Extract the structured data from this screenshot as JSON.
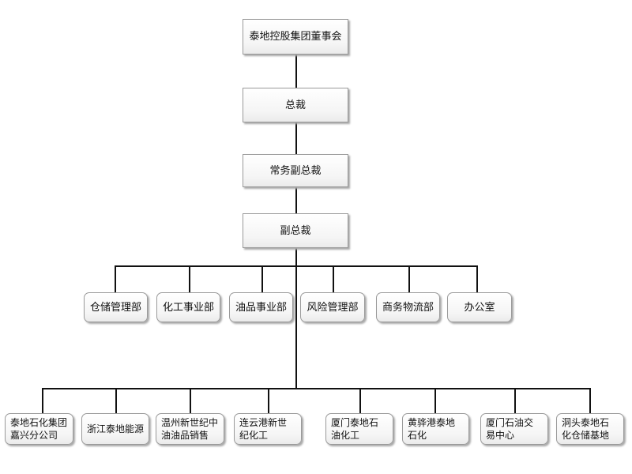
{
  "diagram": {
    "board": {
      "label": "泰地控股集团董事会"
    },
    "president": {
      "label": "总裁"
    },
    "executive_vp": {
      "label": "常务副总裁"
    },
    "vice_president": {
      "label": "副总裁"
    },
    "departments": [
      {
        "label": "仓储管理部"
      },
      {
        "label": "化工事业部"
      },
      {
        "label": "油品事业部"
      },
      {
        "label": "风险管理部"
      },
      {
        "label": "商务物流部"
      },
      {
        "label": "办公室"
      }
    ],
    "subsidiaries": [
      {
        "label": "泰地石化集团\n嘉兴分公司"
      },
      {
        "label": "浙江泰地能源"
      },
      {
        "label": "温州新世纪中\n油油品销售"
      },
      {
        "label": "连云港新世\n纪化工"
      },
      {
        "label": "厦门泰地石\n油化工"
      },
      {
        "label": "黄骅港泰地\n石化"
      },
      {
        "label": "厦门石油交\n易中心"
      },
      {
        "label": "洞头泰地石\n化仓储基地"
      }
    ]
  }
}
